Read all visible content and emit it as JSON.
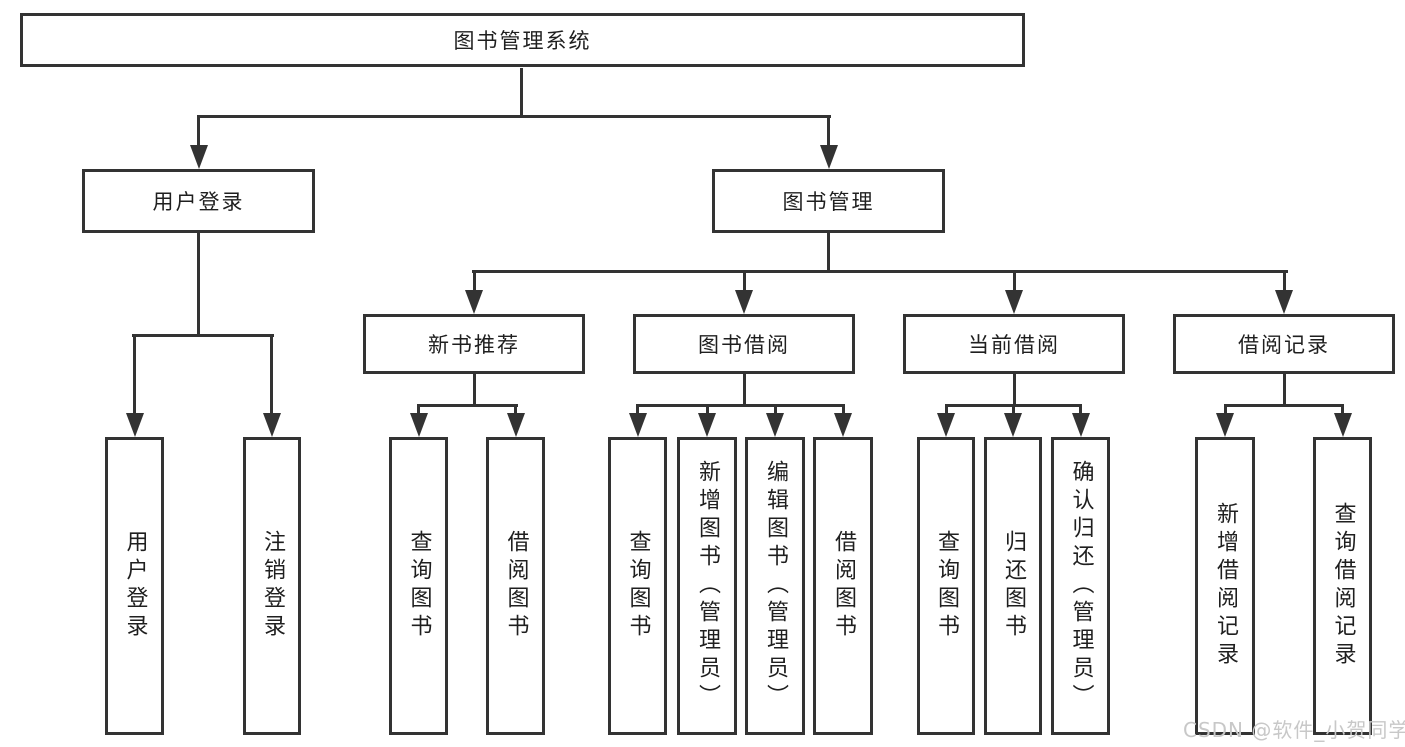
{
  "tree": {
    "root": {
      "label": "图书管理系统"
    },
    "branches": [
      {
        "label": "用户登录",
        "children": [
          {
            "label": "用户登录"
          },
          {
            "label": "注销登录"
          }
        ]
      },
      {
        "label": "图书管理",
        "children": [
          {
            "label": "新书推荐",
            "children": [
              {
                "label": "查询图书"
              },
              {
                "label": "借阅图书"
              }
            ]
          },
          {
            "label": "图书借阅",
            "children": [
              {
                "label": "查询图书"
              },
              {
                "label": "新增图书（管理员）"
              },
              {
                "label": "编辑图书（管理员）"
              },
              {
                "label": "借阅图书"
              }
            ]
          },
          {
            "label": "当前借阅",
            "children": [
              {
                "label": "查询图书"
              },
              {
                "label": "归还图书"
              },
              {
                "label": "确认归还（管理员）"
              }
            ]
          },
          {
            "label": "借阅记录",
            "children": [
              {
                "label": "新增借阅记录"
              },
              {
                "label": "查询借阅记录"
              }
            ]
          }
        ]
      }
    ]
  },
  "watermark": {
    "text": "CSDN @软件_小贺同学"
  },
  "colors": {
    "line": "#333333",
    "text": "#1f1f1f",
    "watermark": "#c8c8c8",
    "background": "#ffffff"
  }
}
